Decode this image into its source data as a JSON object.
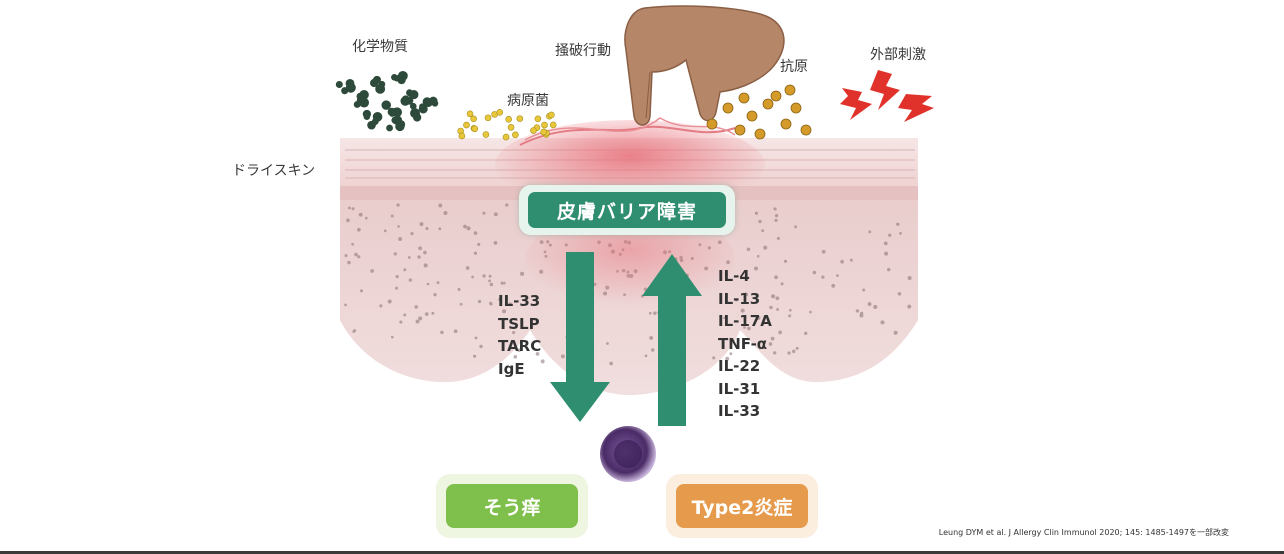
{
  "labels": {
    "chemical": "化学物質",
    "scratching": "掻破行動",
    "antigen": "抗原",
    "external_stimuli": "外部刺激",
    "pathogen": "病原菌",
    "dry_skin": "ドライスキン"
  },
  "barrier_label": "皮膚バリア障害",
  "left_cytokines": [
    "IL-33",
    "TSLP",
    "TARC",
    "IgE"
  ],
  "right_cytokines": [
    "IL-4",
    "IL-13",
    "IL-17A",
    "TNF-α",
    "IL-22",
    "IL-31",
    "IL-33"
  ],
  "outcomes": {
    "itch": "そう痒",
    "type2": "Type2炎症"
  },
  "citation": "Leung DYM et al. J Allergy Clin Immunol 2020; 145: 1485-1497を一部改変",
  "colors": {
    "barrier": "#2f8e6f",
    "arrow": "#2f8e6f",
    "itch": "#7fbf4b",
    "type2": "#e69a4c",
    "skin_top": "#f3dede",
    "skin_dermis": "#ecd6d6",
    "bacteria": "#e8c83a",
    "antigen": "#d49b2a",
    "lightning": "#e0322a",
    "chemical": "#2e4a3a",
    "cell": "#5b3a7a"
  }
}
